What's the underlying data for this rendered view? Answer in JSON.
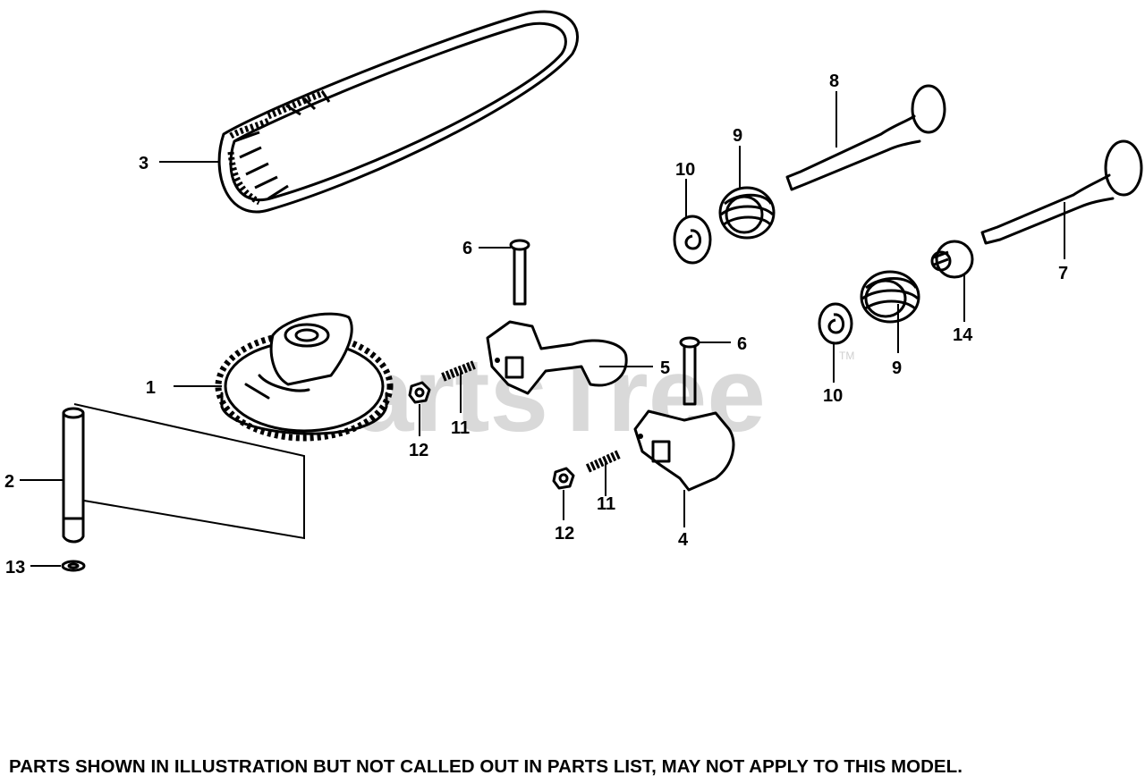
{
  "watermark": {
    "text": "PartsTree",
    "trademark": "TM"
  },
  "footer": {
    "note": "PARTS SHOWN IN ILLUSTRATION BUT NOT CALLED OUT IN PARTS LIST, MAY NOT APPLY TO THIS MODEL."
  },
  "callouts": {
    "c1": "1",
    "c2": "2",
    "c3": "3",
    "c4": "4",
    "c5": "5",
    "c6a": "6",
    "c6b": "6",
    "c7": "7",
    "c8": "8",
    "c9a": "9",
    "c9b": "9",
    "c10a": "10",
    "c10b": "10",
    "c11a": "11",
    "c11b": "11",
    "c12a": "12",
    "c12b": "12",
    "c13": "13",
    "c14": "14"
  },
  "parts": [
    {
      "ref": "1",
      "icon": "camshaft-pulley-icon"
    },
    {
      "ref": "2",
      "icon": "camshaft-pin-icon"
    },
    {
      "ref": "3",
      "icon": "timing-belt-icon"
    },
    {
      "ref": "4",
      "icon": "rocker-arm-icon"
    },
    {
      "ref": "5",
      "icon": "rocker-arm-icon"
    },
    {
      "ref": "6",
      "icon": "pivot-bolt-icon"
    },
    {
      "ref": "7",
      "icon": "valve-icon"
    },
    {
      "ref": "8",
      "icon": "valve-icon"
    },
    {
      "ref": "9",
      "icon": "valve-spring-icon"
    },
    {
      "ref": "10",
      "icon": "spring-retainer-icon"
    },
    {
      "ref": "11",
      "icon": "adjusting-screw-icon"
    },
    {
      "ref": "12",
      "icon": "lock-nut-icon"
    },
    {
      "ref": "13",
      "icon": "washer-icon"
    },
    {
      "ref": "14",
      "icon": "valve-rotator-icon"
    }
  ]
}
